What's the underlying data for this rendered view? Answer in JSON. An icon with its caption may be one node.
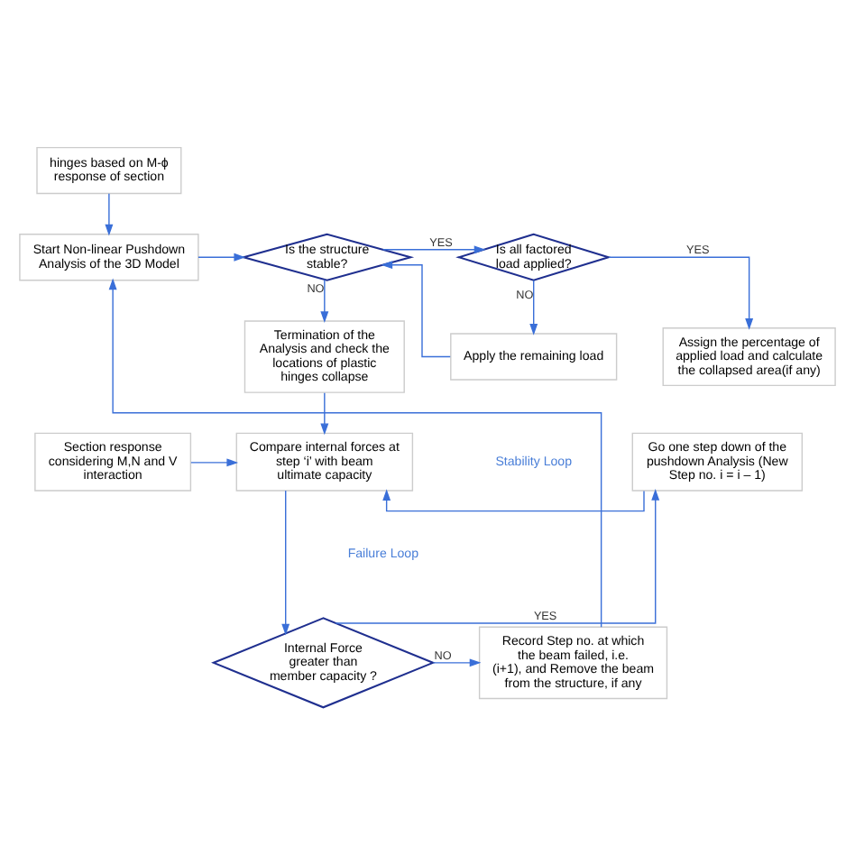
{
  "diagram": {
    "nodes": [
      {
        "text": [
          "hinges based on M-ϕ response of section"
        ]
      },
      {
        "text": [
          "Start Non-linear Pushdown Analysis of the 3D Model"
        ]
      },
      {
        "text": [
          "Is the structure stable?"
        ]
      },
      {
        "text": [
          "Is all factored load applied?"
        ]
      },
      {
        "text": [
          "Apply the remaining load"
        ]
      },
      {
        "text": [
          "Termination of the Analysis and check the locations of plastic hinges collapse"
        ]
      },
      {
        "text": [
          "Assign the percentage of applied load and calculate the collapsed area(if any)"
        ]
      },
      {
        "text": [
          "Section response considering M,N and V interaction"
        ]
      },
      {
        "text": [
          "Compare internal forces at step ‘i’ with beam ultimate capacity"
        ]
      },
      {
        "text": [
          "Go one step down of the pushdown Analysis (New Step no. i = i – 1)"
        ]
      },
      {
        "text": [
          "Internal Force greater than member capacity ?"
        ]
      },
      {
        "text": [
          "Record Step no. at which the beam failed, i.e. (i+1), and Remove the beam from the structure, if any"
        ]
      }
    ],
    "edges": [
      {
        "from": 0,
        "to": 1,
        "arrow": "to"
      },
      {
        "from": 1,
        "to": 2,
        "arrow": "to"
      },
      {
        "from": 2,
        "to": 3,
        "arrow": "to",
        "label": "YES"
      },
      {
        "from": 3,
        "to": 4,
        "arrow": "to",
        "label": "NO"
      },
      {
        "from": 4,
        "to": 2,
        "arrow": "to"
      },
      {
        "from": 2,
        "to": 5,
        "arrow": "to",
        "label": "NO"
      },
      {
        "from": 3,
        "to": 6,
        "arrow": "to",
        "label": "YES"
      },
      {
        "from": 5,
        "to": 8,
        "arrow": "to"
      },
      {
        "from": 7,
        "to": 8,
        "arrow": "to"
      },
      {
        "from": 9,
        "to": 8,
        "arrow": "to"
      },
      {
        "from": 8,
        "to": 10,
        "arrow": "to"
      },
      {
        "from": 10,
        "to": 11,
        "arrow": "to",
        "label": "NO"
      },
      {
        "from": 10,
        "to": 9,
        "arrow": "to",
        "label": "YES"
      },
      {
        "from": 11,
        "to": 1,
        "arrow": "to"
      }
    ],
    "labels": [
      "Stability Loop",
      "Failure Loop"
    ]
  }
}
